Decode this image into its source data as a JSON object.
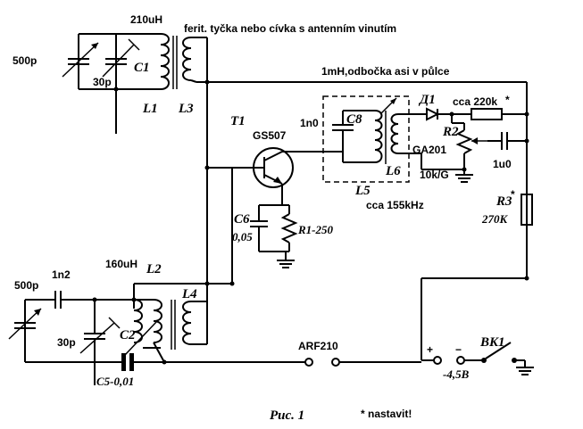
{
  "labels": {
    "l_210uh": "210uH",
    "ferrite_note": "ferit. tyčka nebo cívka s antenním vinutím",
    "tap_note": "1mH,odbočka asi v půlce",
    "c_500p_top": "500p",
    "c_30p_top": "30p",
    "c1": "C1",
    "l1": "L1",
    "l3": "L3",
    "t1": "T1",
    "gs507": "GS507",
    "c_1n0": "1n0",
    "c8": "C8",
    "d1": "Д1",
    "cca220k": "cca 220k",
    "r2": "R2",
    "ga201": "GA201",
    "c_1u0": "1u0",
    "r2_value": "10k/G",
    "l6": "L6",
    "l5": "L5",
    "freq": "cca 155kHz",
    "r3": "R3",
    "r3_value": "270K",
    "c6": "C6",
    "c6_value": "0,05",
    "r1": "R1-250",
    "l_160uh": "160uH",
    "l2": "L2",
    "c_500p_bot": "500p",
    "c_1n2": "1n2",
    "c_30p_bot": "30p",
    "l4": "L4",
    "c2": "C2",
    "c5": "C5-0,01",
    "arf210": "ARF210",
    "plus": "+",
    "minus": "−",
    "battery": "-4,5B",
    "bk1": "BK1",
    "fig": "Puc. 1",
    "star1": "*",
    "star2": "*",
    "nastavit": "* nastavit!"
  }
}
